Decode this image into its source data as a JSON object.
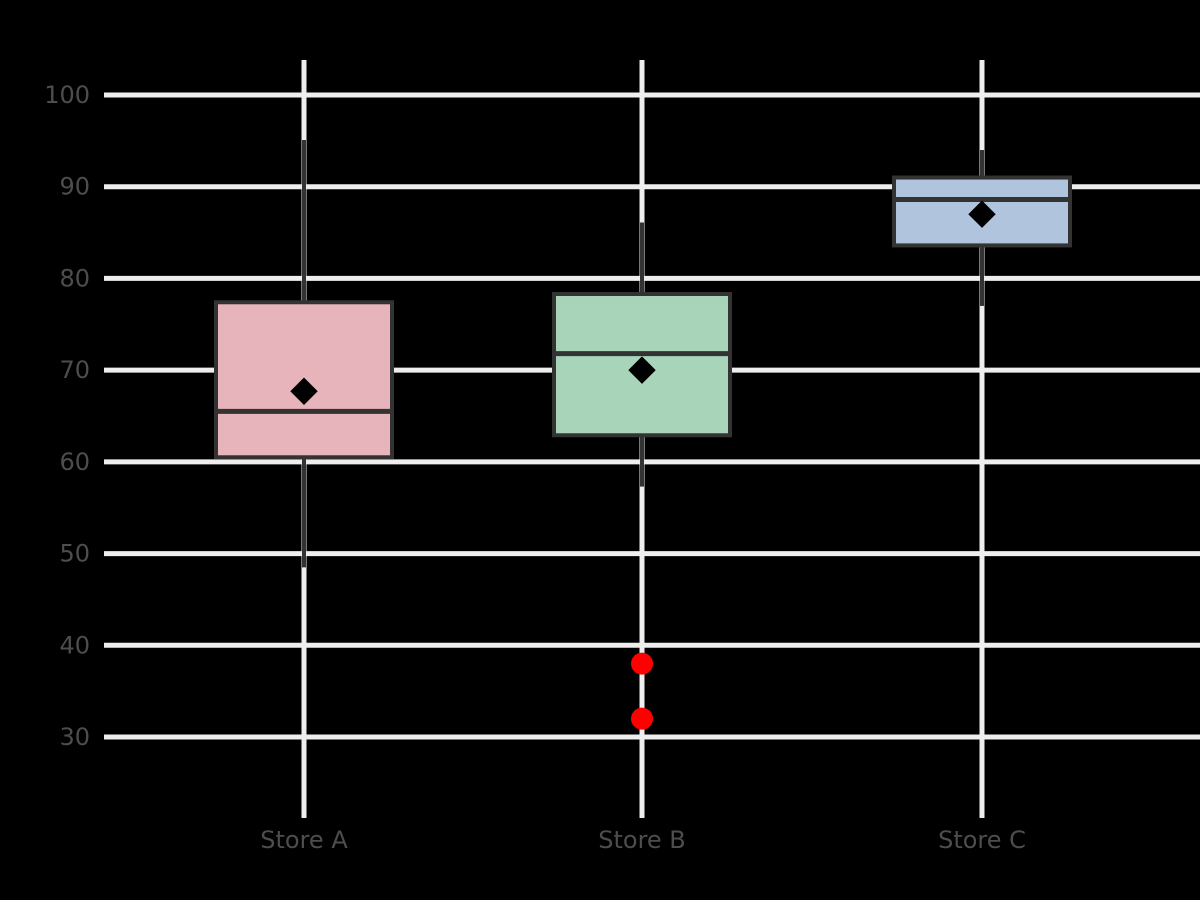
{
  "chart_data": {
    "type": "box",
    "title": "",
    "xlabel": "",
    "ylabel": "",
    "ylim": [
      25,
      104
    ],
    "yticks": [
      30,
      40,
      50,
      60,
      70,
      80,
      90,
      100
    ],
    "ytick_labels": [
      "30",
      "40",
      "50",
      "60",
      "70",
      "80",
      "90",
      "100"
    ],
    "grid": "both",
    "grid_color": "#eeeeee",
    "background": "#000000",
    "legend": "none",
    "categories": [
      "Store A",
      "Store B",
      "Store C"
    ],
    "boxes": [
      {
        "label": "Store A",
        "color": "#e8b4bc",
        "edge_color": "#333333",
        "whisker_low": 48.5,
        "q1": 60.5,
        "median": 65.5,
        "mean": 67.7,
        "q3": 77.4,
        "whisker_high": 95.1,
        "outliers": []
      },
      {
        "label": "Store B",
        "color": "#a8d5ba",
        "edge_color": "#333333",
        "whisker_low": 57.3,
        "q1": 62.9,
        "median": 71.8,
        "mean": 70.0,
        "q3": 78.3,
        "whisker_high": 86.1,
        "outliers": [
          38.0,
          32.0
        ]
      },
      {
        "label": "Store C",
        "color": "#b0c4de",
        "edge_color": "#333333",
        "whisker_low": 77.0,
        "q1": 83.6,
        "median": 88.6,
        "mean": 87.0,
        "q3": 91.0,
        "whisker_high": 94.0,
        "outliers": []
      }
    ],
    "mean_marker": {
      "shape": "diamond",
      "color": "#000000"
    },
    "outlier_marker": {
      "shape": "circle",
      "color": "#ff0000",
      "size": 11
    }
  }
}
